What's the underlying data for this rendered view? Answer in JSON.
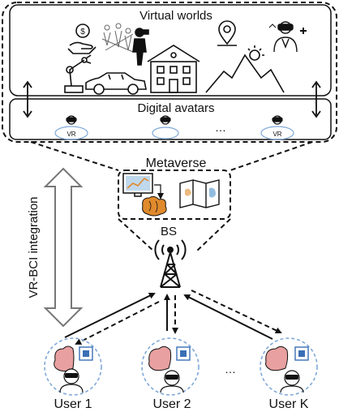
{
  "regions": {
    "virtual_worlds": "Virtual worlds",
    "digital_avatars": "Digital avatars",
    "metaverse": "Metaverse"
  },
  "labels": {
    "bs": "BS",
    "integration": "VR-BCI integration",
    "vr_tag": "VR",
    "ellipsis": "…"
  },
  "users": [
    "User 1",
    "User 2",
    "User K"
  ],
  "colors": {
    "stroke": "#111111",
    "outline": "#888888",
    "brain_pink": "#e8a0a0",
    "chip_blue": "#3a6fb5",
    "halo_blue": "#7fa8d8",
    "chart_orange": "#e08a2c",
    "monitor_blue": "#4a90c8"
  },
  "icons": [
    "money-hand-icon",
    "crowd-icon",
    "person-vr-icon",
    "location-pin-icon",
    "doctor-vr-icon",
    "robot-arm-icon",
    "car-icon",
    "building-icon",
    "mountain-sun-icon",
    "avatar-vr-icon",
    "monitor-chart-icon",
    "brain-icon",
    "world-map-icon",
    "cell-tower-icon",
    "user-brain-icon"
  ]
}
